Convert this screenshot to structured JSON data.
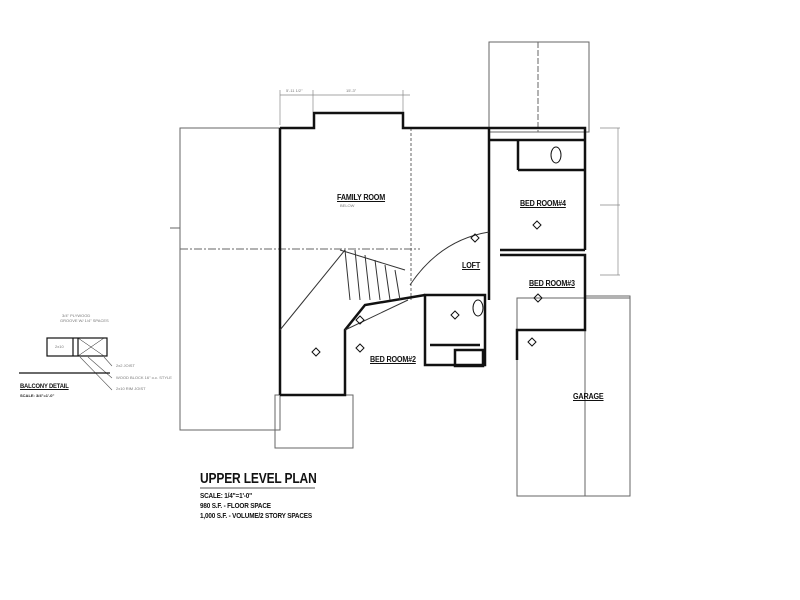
{
  "plan": {
    "title": "UPPER LEVEL PLAN",
    "scale": "SCALE: 1/4\"=1'-0\"",
    "floor_space": "980 S.F. - FLOOR SPACE",
    "volume_space": "1,000 S.F. - VOLUME/2 STORY SPACES"
  },
  "rooms": {
    "family_room": "FAMILY ROOM",
    "family_room_sub": "BELOW",
    "loft": "LOFT",
    "bed_room_2": "BED ROOM#2",
    "bed_room_3": "BED ROOM#3",
    "bed_room_4": "BED ROOM#4",
    "garage": "GARAGE"
  },
  "dimensions": {
    "top_left": "5'-11 1/2\"",
    "top_main": "15'-3\""
  },
  "balcony": {
    "title": "BALCONY DETAIL",
    "scale": "SCALE: 3/4\"=1'-0\"",
    "note_plywood": "3/4\" PLYWOOD",
    "note_plywood_sub": "GROOVE W/ 1/4\" SPACES",
    "note_2x10": "2x10",
    "note_2x2": "2x2 JOIST",
    "note_block": "WOOD BLOCK 16\" o.c. STYLE",
    "note_rim": "2x10 RIM JOIST"
  },
  "colors": {
    "ink": "#111111",
    "thin_line": "#555555",
    "paper": "#ffffff"
  }
}
